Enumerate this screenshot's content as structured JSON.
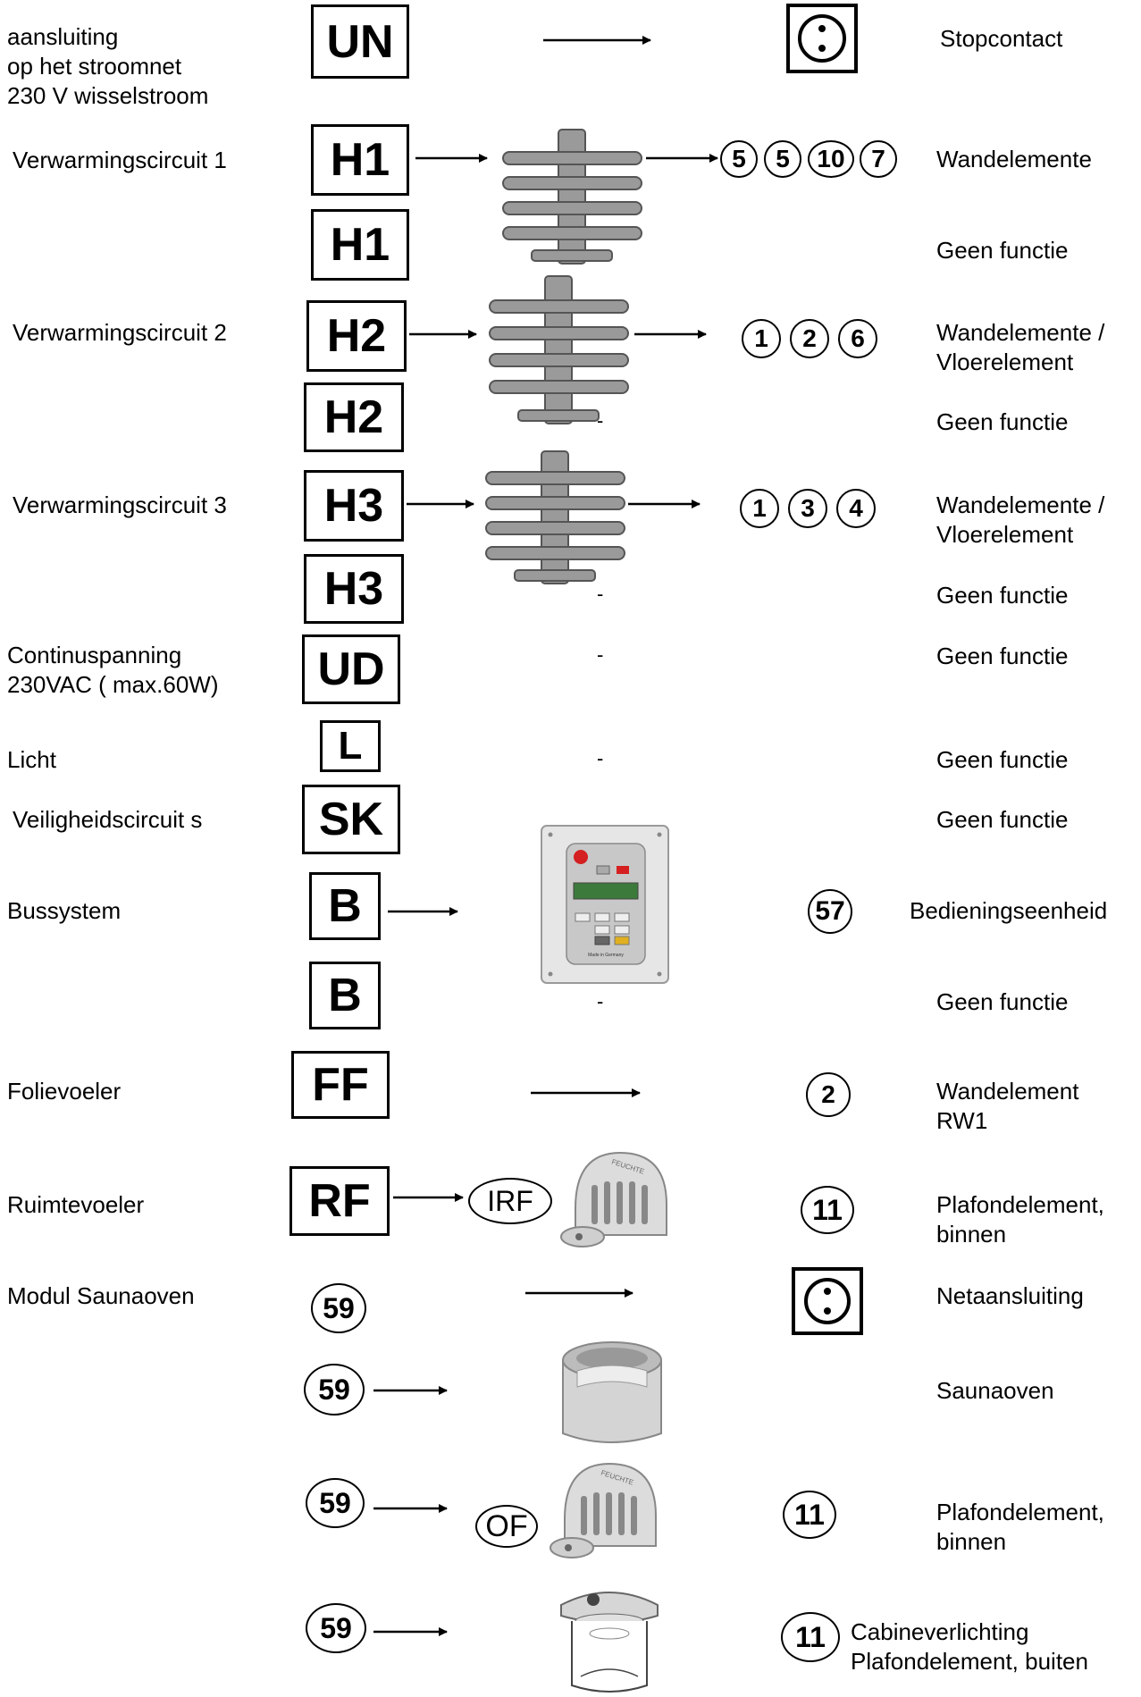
{
  "rows": {
    "un": {
      "left": "aansluiting\nop het stroomnet\n230 V wisselstroom",
      "code": "UN",
      "right": "Stopcontact"
    },
    "h1a": {
      "left": "Verwarmingscircuit 1",
      "code": "H1",
      "circles": [
        "5",
        "5",
        "10",
        "7"
      ],
      "right": "Wandelemente"
    },
    "h1b": {
      "code": "H1",
      "right": "Geen functie"
    },
    "h2a": {
      "left": "Verwarmingscircuit 2",
      "code": "H2",
      "circles": [
        "1",
        "2",
        "6"
      ],
      "right": "Wandelemente /\nVloerelement"
    },
    "h2b": {
      "code": "H2",
      "dash": "-",
      "right": "Geen functie"
    },
    "h3a": {
      "left": "Verwarmingscircuit 3",
      "code": "H3",
      "circles": [
        "1",
        "3",
        "4"
      ],
      "right": "Wandelemente /\nVloerelement"
    },
    "h3b": {
      "code": "H3",
      "dash": "-",
      "right": "Geen functie"
    },
    "ud": {
      "left": "Continuspanning\n230VAC ( max.60W)",
      "code": "UD",
      "dash": "-",
      "right": "Geen functie"
    },
    "l": {
      "left": "Licht",
      "code": "L",
      "dash": "-",
      "right": "Geen functie"
    },
    "sk": {
      "left": "Veiligheidscircuit s",
      "code": "SK",
      "right": "Geen functie"
    },
    "b1": {
      "left": "Bussystem",
      "code": "B",
      "circle": "57",
      "right": "Bedieningseenheid"
    },
    "b2": {
      "code": "B",
      "dash": "-",
      "right": "Geen functie"
    },
    "ff": {
      "left": "Folievoeler",
      "code": "FF",
      "circle": "2",
      "right": "Wandelement\nRW1"
    },
    "rf": {
      "left": "Ruimtevoeler",
      "code": "RF",
      "oval": "IRF",
      "circle": "11",
      "right": "Plafondelement,\nbinnen"
    },
    "m59a": {
      "left": "Modul Saunaoven",
      "code": "59",
      "right": "Netaansluiting"
    },
    "m59b": {
      "code": "59",
      "right": "Saunaoven"
    },
    "m59c": {
      "code": "59",
      "oval": "OF",
      "circle": "11",
      "right": "Plafondelement,\nbinnen"
    },
    "m59d": {
      "code": "59",
      "circle": "11",
      "right": "Cabineverlichting\nPlafondelement, buiten"
    }
  },
  "sensor_label": "FEUCHTE",
  "panel_label": "Made in Germany",
  "colors": {
    "line": "#000000",
    "device": "#9a9a9a",
    "panel_bg": "#e6e6e6",
    "display": "#3c7a3c",
    "button_red": "#d42020"
  }
}
